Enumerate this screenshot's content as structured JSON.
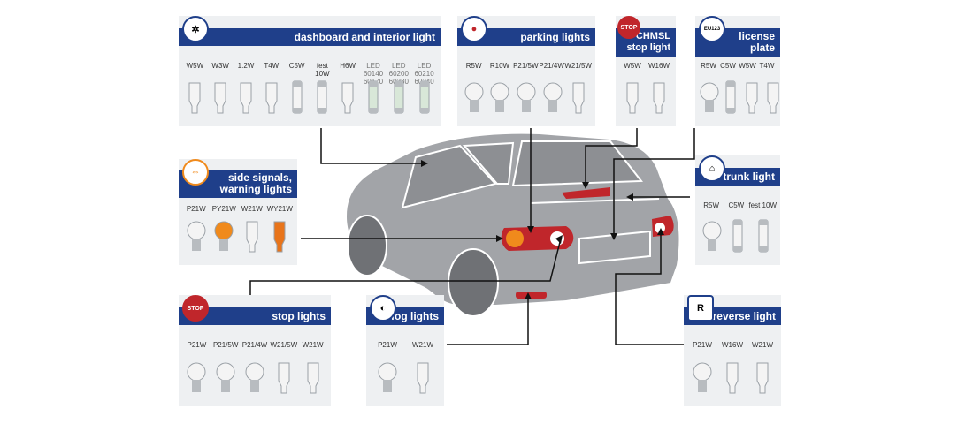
{
  "panels": {
    "dashboard": {
      "title": "dashboard and interior light",
      "bulbs": [
        "W5W",
        "W3W",
        "1.2W",
        "T4W",
        "C5W",
        "fest\n10W",
        "H6W",
        "LED\n60140\n60170",
        "LED\n60200\n60230",
        "LED\n60210\n60240"
      ]
    },
    "parking": {
      "title": "parking lights",
      "bulbs": [
        "R5W",
        "R10W",
        "P21/5W",
        "P21/4W",
        "W21/5W"
      ]
    },
    "chmsl": {
      "title": "CHMSL\nstop light",
      "icon": "STOP",
      "bulbs": [
        "W5W",
        "W16W"
      ]
    },
    "license": {
      "title": "license\nplate",
      "icon": "EU123",
      "bulbs": [
        "R5W",
        "C5W",
        "W5W",
        "T4W"
      ]
    },
    "side": {
      "title": "side signals,\nwarning lights",
      "bulbs": [
        "P21W",
        "PY21W",
        "W21W",
        "WY21W"
      ]
    },
    "trunk": {
      "title": "trunk light",
      "bulbs": [
        "R5W",
        "C5W",
        "fest 10W"
      ]
    },
    "stop": {
      "title": "stop lights",
      "icon": "STOP",
      "bulbs": [
        "P21W",
        "P21/5W",
        "P21/4W",
        "W21/5W",
        "W21W"
      ]
    },
    "fog": {
      "title": "fog lights",
      "bulbs": [
        "P21W",
        "W21W"
      ]
    },
    "reverse": {
      "title": "reverse light",
      "icon": "R",
      "bulbs": [
        "P21W",
        "W16W",
        "W21W"
      ]
    }
  },
  "colors": {
    "header": "#1f3f8a",
    "panel": "#eef0f2",
    "car": "#9a9ca0",
    "taillight": "#c0262b",
    "amber": "#f08a1c"
  }
}
